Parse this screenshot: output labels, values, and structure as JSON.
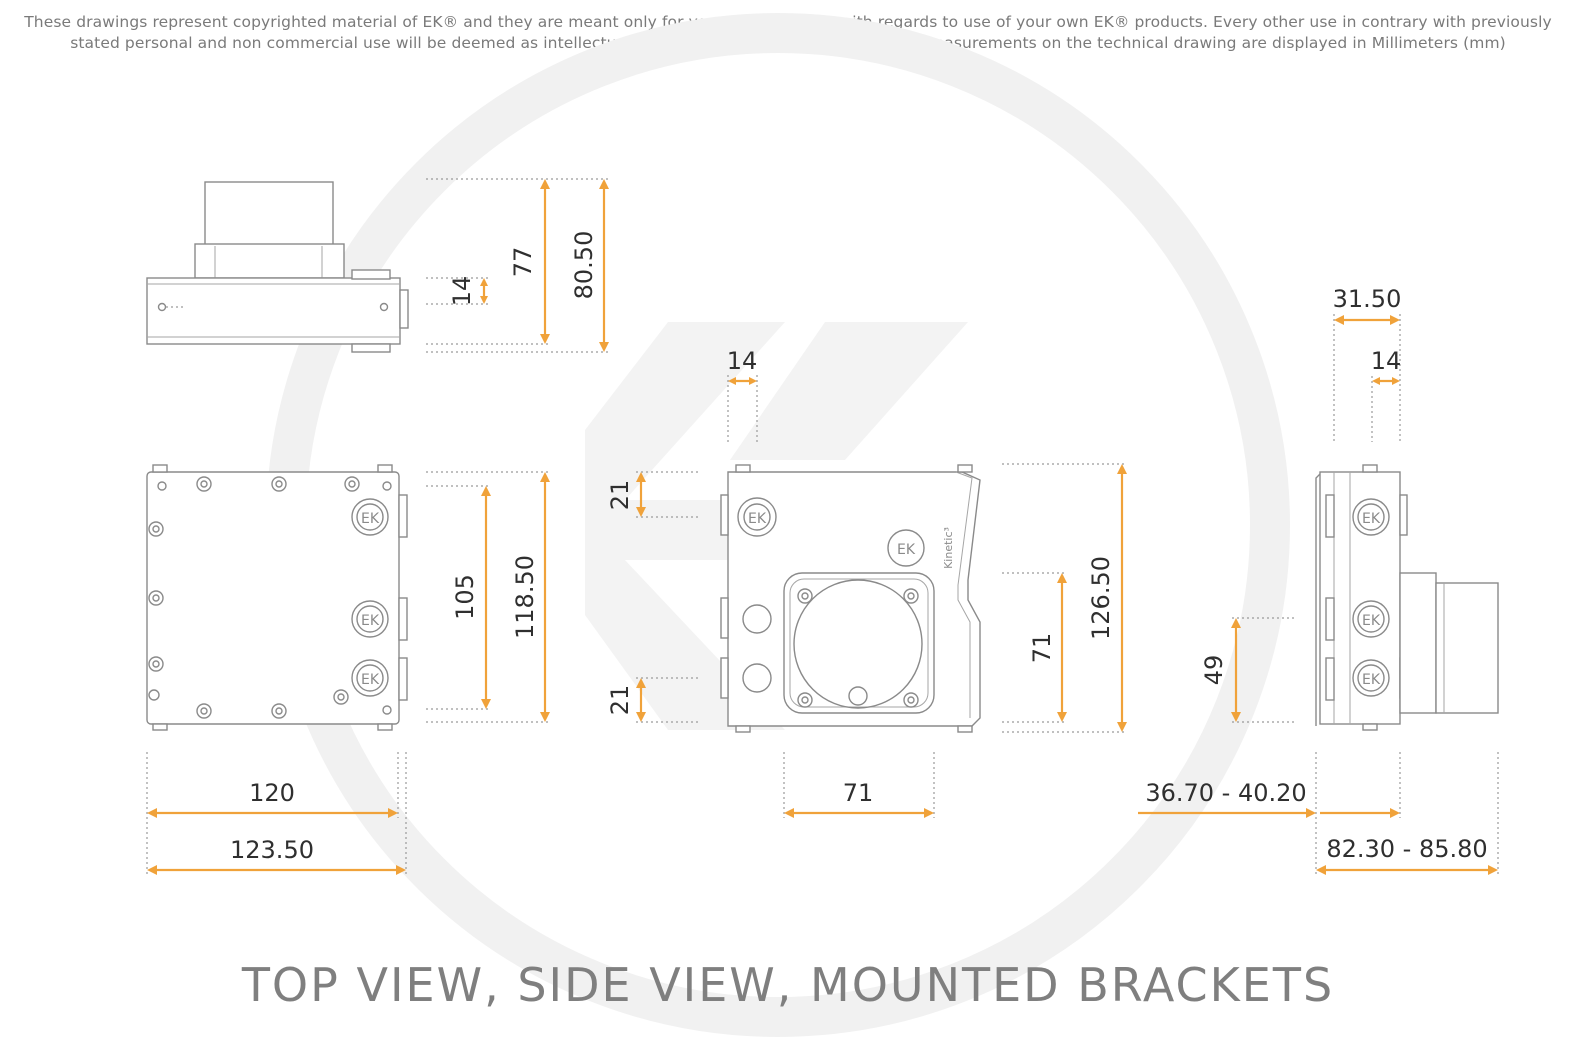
{
  "disclaimer": {
    "line1": "These drawings represent copyrighted material of EK® and they are meant only for your personal use, with regards to use of  your own EK® products. Every other use in contrary with previously",
    "line2": "stated personal and non commercial use will be deemed as intellectual property rights infringement.All the measurements on the technical drawing are displayed in Millimeters (mm)"
  },
  "caption": "TOP VIEW, SIDE VIEW, MOUNTED BRACKETS",
  "dimensions": {
    "side_height_14": "14",
    "side_height_77": "77",
    "side_height_80_50": "80.50",
    "top_width_120": "120",
    "top_width_123_50": "123.50",
    "top_height_105": "105",
    "top_height_118_50": "118.50",
    "front_port_14": "14",
    "front_21_top": "21",
    "front_21_bottom": "21",
    "front_71_height": "71",
    "front_126_50": "126.50",
    "front_71_width": "71",
    "bracket_31_50": "31.50",
    "bracket_14": "14",
    "bracket_49": "49",
    "bracket_36_70": "36.70 - 40.20",
    "bracket_82_30": "82.30 - 85.80"
  },
  "labels": {
    "kinetic": "Kinetic³"
  },
  "colors": {
    "dimension_line": "#f0a23a",
    "outline": "#8a8a8a",
    "text": "#2f2f2f"
  }
}
